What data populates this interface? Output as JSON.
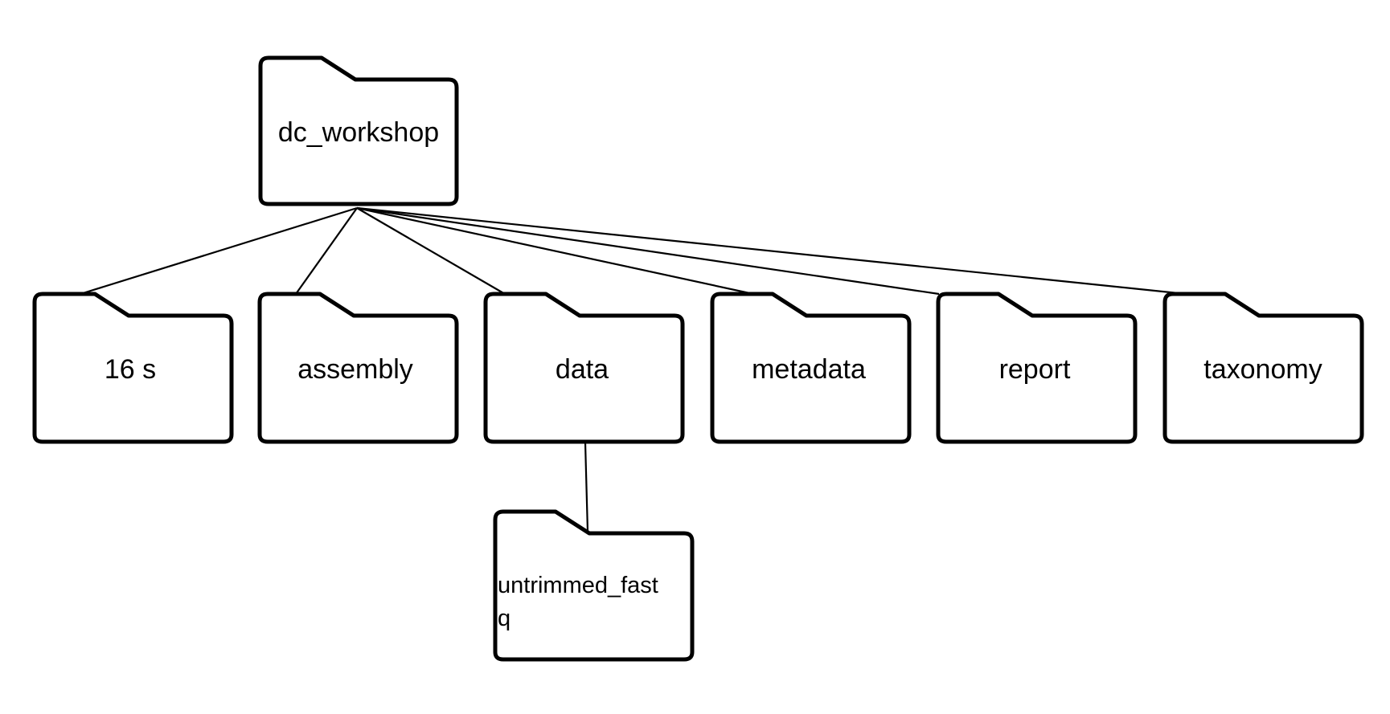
{
  "diagram": {
    "type": "folder-tree",
    "root": {
      "label": "dc_workshop",
      "children": [
        {
          "label": "16 s"
        },
        {
          "label": "assembly"
        },
        {
          "label": "data",
          "children": [
            {
              "label_lines": [
                "untrimmed_fast",
                "q"
              ]
            }
          ]
        },
        {
          "label": "metadata"
        },
        {
          "label": "report"
        },
        {
          "label": "taxonomy"
        }
      ]
    }
  }
}
